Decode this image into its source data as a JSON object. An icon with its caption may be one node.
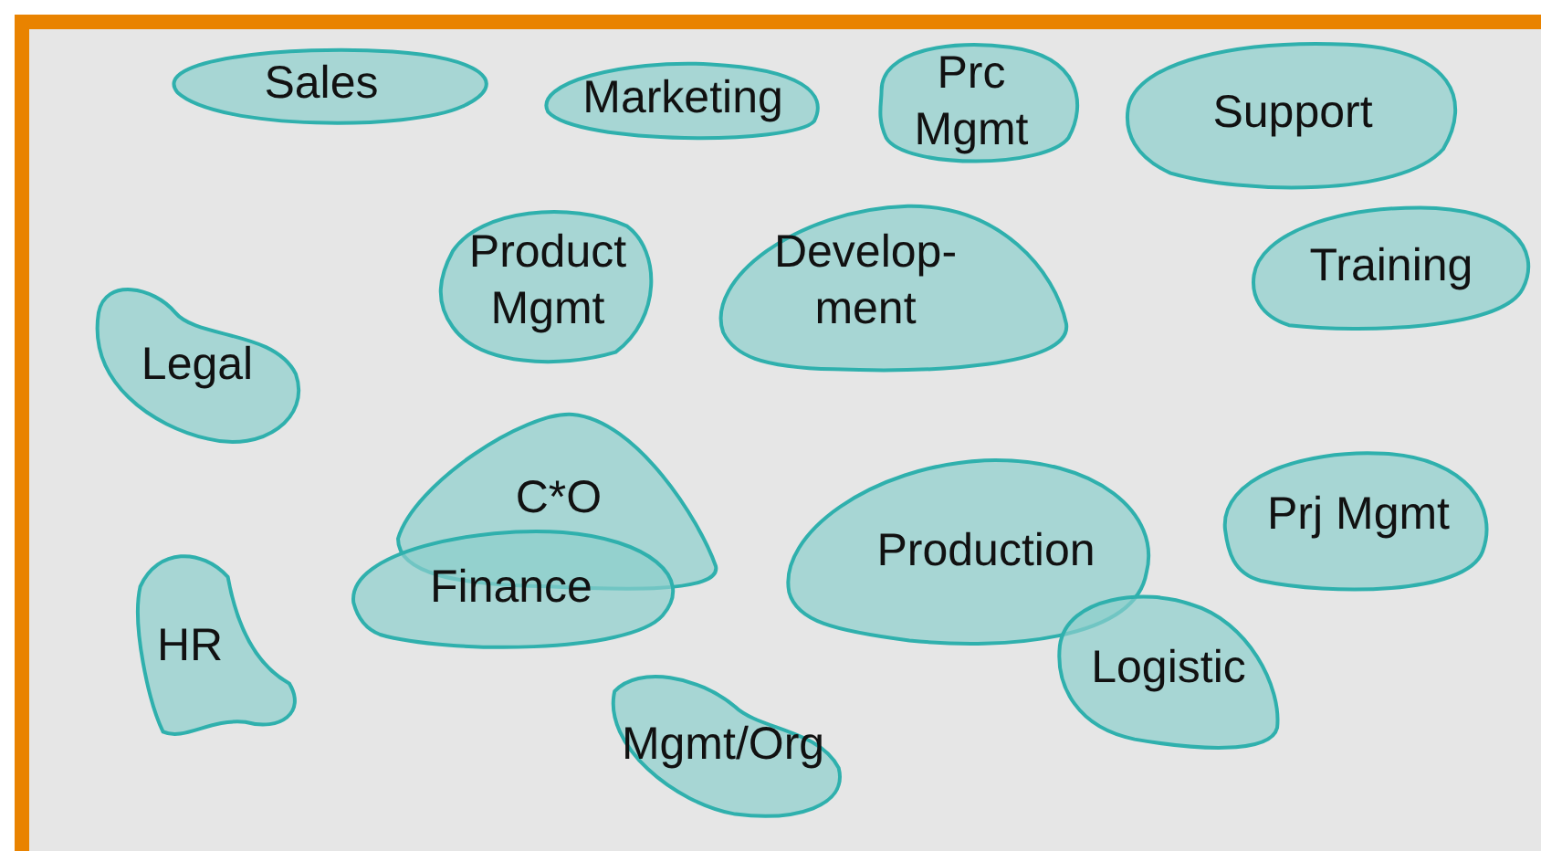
{
  "diagram": {
    "nodes": [
      {
        "text": [
          "Sales"
        ]
      },
      {
        "text": [
          "Marketing"
        ]
      },
      {
        "text": [
          "Prc Mgmt"
        ]
      },
      {
        "text": [
          "Support"
        ]
      },
      {
        "text": [
          "Product Mgmt"
        ]
      },
      {
        "text": [
          "Develop- ment"
        ]
      },
      {
        "text": [
          "Training"
        ]
      },
      {
        "text": [
          "Legal"
        ]
      },
      {
        "text": [
          "C*O"
        ]
      },
      {
        "text": [
          "Prj Mgmt"
        ]
      },
      {
        "text": [
          "Finance"
        ]
      },
      {
        "text": [
          "Production"
        ]
      },
      {
        "text": [
          "HR"
        ]
      },
      {
        "text": [
          "Logistic"
        ]
      },
      {
        "text": [
          "Mgmt/Org"
        ]
      }
    ],
    "edges": []
  }
}
